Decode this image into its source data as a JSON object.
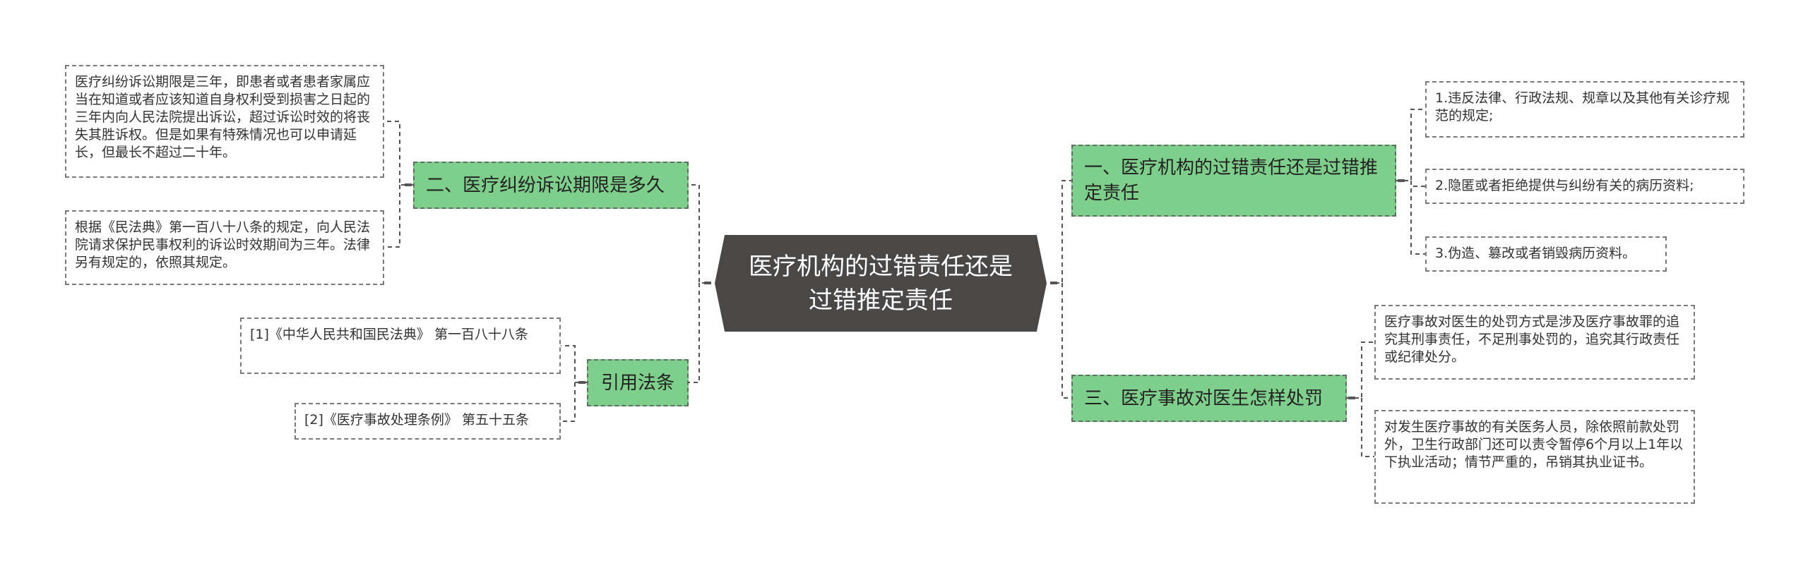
{
  "root": {
    "title": "医疗机构的过错责任还是过错推定责任"
  },
  "branches": [
    {
      "label": "二、医疗纠纷诉讼期限是多久",
      "leaves": [
        "医疗纠纷诉讼期限是三年，即患者或者患者家属应当在知道或者应该知道自身权利受到损害之日起的三年内向人民法院提出诉讼，超过诉讼时效的将丧失其胜诉权。但是如果有特殊情况也可以申请延长，但最长不超过二十年。",
        "根据《民法典》第一百八十八条的规定，向人民法院请求保护民事权利的诉讼时效期间为三年。法律另有规定的，依照其规定。"
      ]
    },
    {
      "label": "引用法条",
      "leaves": [
        "[1]《中华人民共和国民法典》 第一百八十八条",
        "[2]《医疗事故处理条例》 第五十五条"
      ]
    },
    {
      "label": "一、医疗机构的过错责任还是过错推定责任",
      "leaves": [
        "1.违反法律、行政法规、规章以及其他有关诊疗规范的规定;",
        "2.隐匿或者拒绝提供与纠纷有关的病历资料;",
        "3.伪造、篡改或者销毁病历资料。"
      ]
    },
    {
      "label": "三、医疗事故对医生怎样处罚",
      "leaves": [
        "医疗事故对医生的处罚方式是涉及医疗事故罪的追究其刑事责任，不足刑事处罚的，追究其行政责任或纪律处分。",
        "对发生医疗事故的有关医务人员，除依照前款处罚外，卫生行政部门还可以责令暂停6个月以上1年以下执业活动；情节严重的，吊销其执业证书。"
      ]
    }
  ]
}
